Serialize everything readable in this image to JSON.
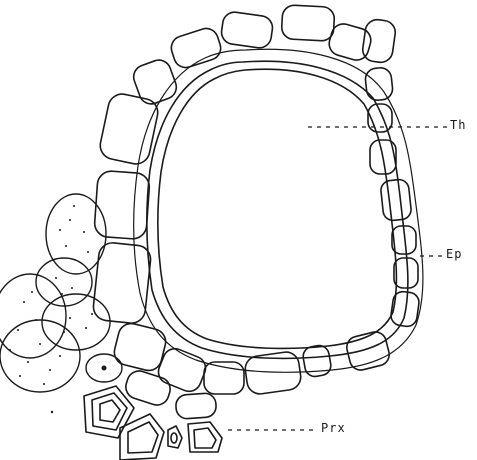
{
  "figure": {
    "labels": {
      "th": "Th",
      "ep": "Ep",
      "prx": "Prx"
    },
    "ink_color": "#1a1a1a",
    "paper_color": "#ffffff"
  }
}
